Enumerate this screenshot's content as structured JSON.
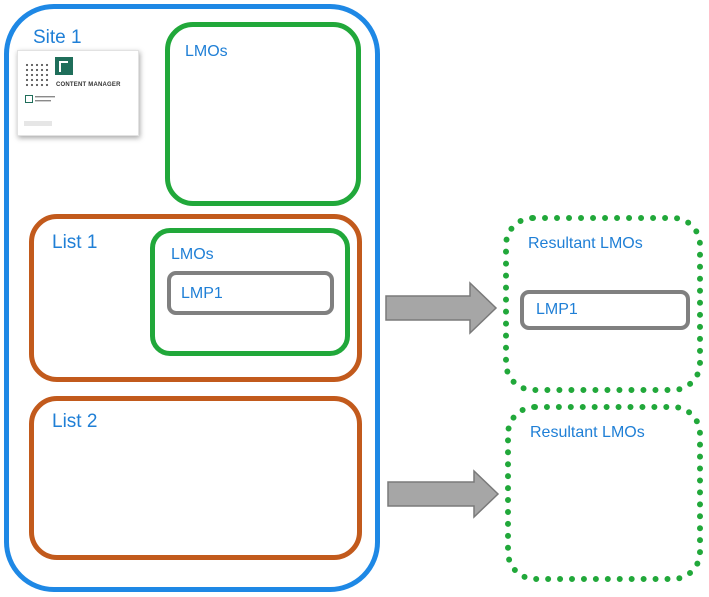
{
  "colors": {
    "site_border": "#1e88e5",
    "list_border": "#c25a1c",
    "lmo_border": "#21a83a",
    "lmp_border": "#808080",
    "text": "#1f7fd6",
    "arrow_fill": "#a6a6a6",
    "arrow_stroke": "#7a7a7a"
  },
  "site": {
    "label": "Site 1",
    "lmos_label": "LMOs",
    "logo": {
      "icon": "content-manager-logo-icon",
      "title": "CONTENT MANAGER"
    }
  },
  "list1": {
    "label": "List 1",
    "lmos_label": "LMOs",
    "lmp_label": "LMP1"
  },
  "list2": {
    "label": "List 2"
  },
  "result1": {
    "label": "Resultant LMOs",
    "lmp_label": "LMP1"
  },
  "result2": {
    "label": "Resultant LMOs"
  },
  "arrows": [
    "right-arrow-icon",
    "right-arrow-icon"
  ]
}
